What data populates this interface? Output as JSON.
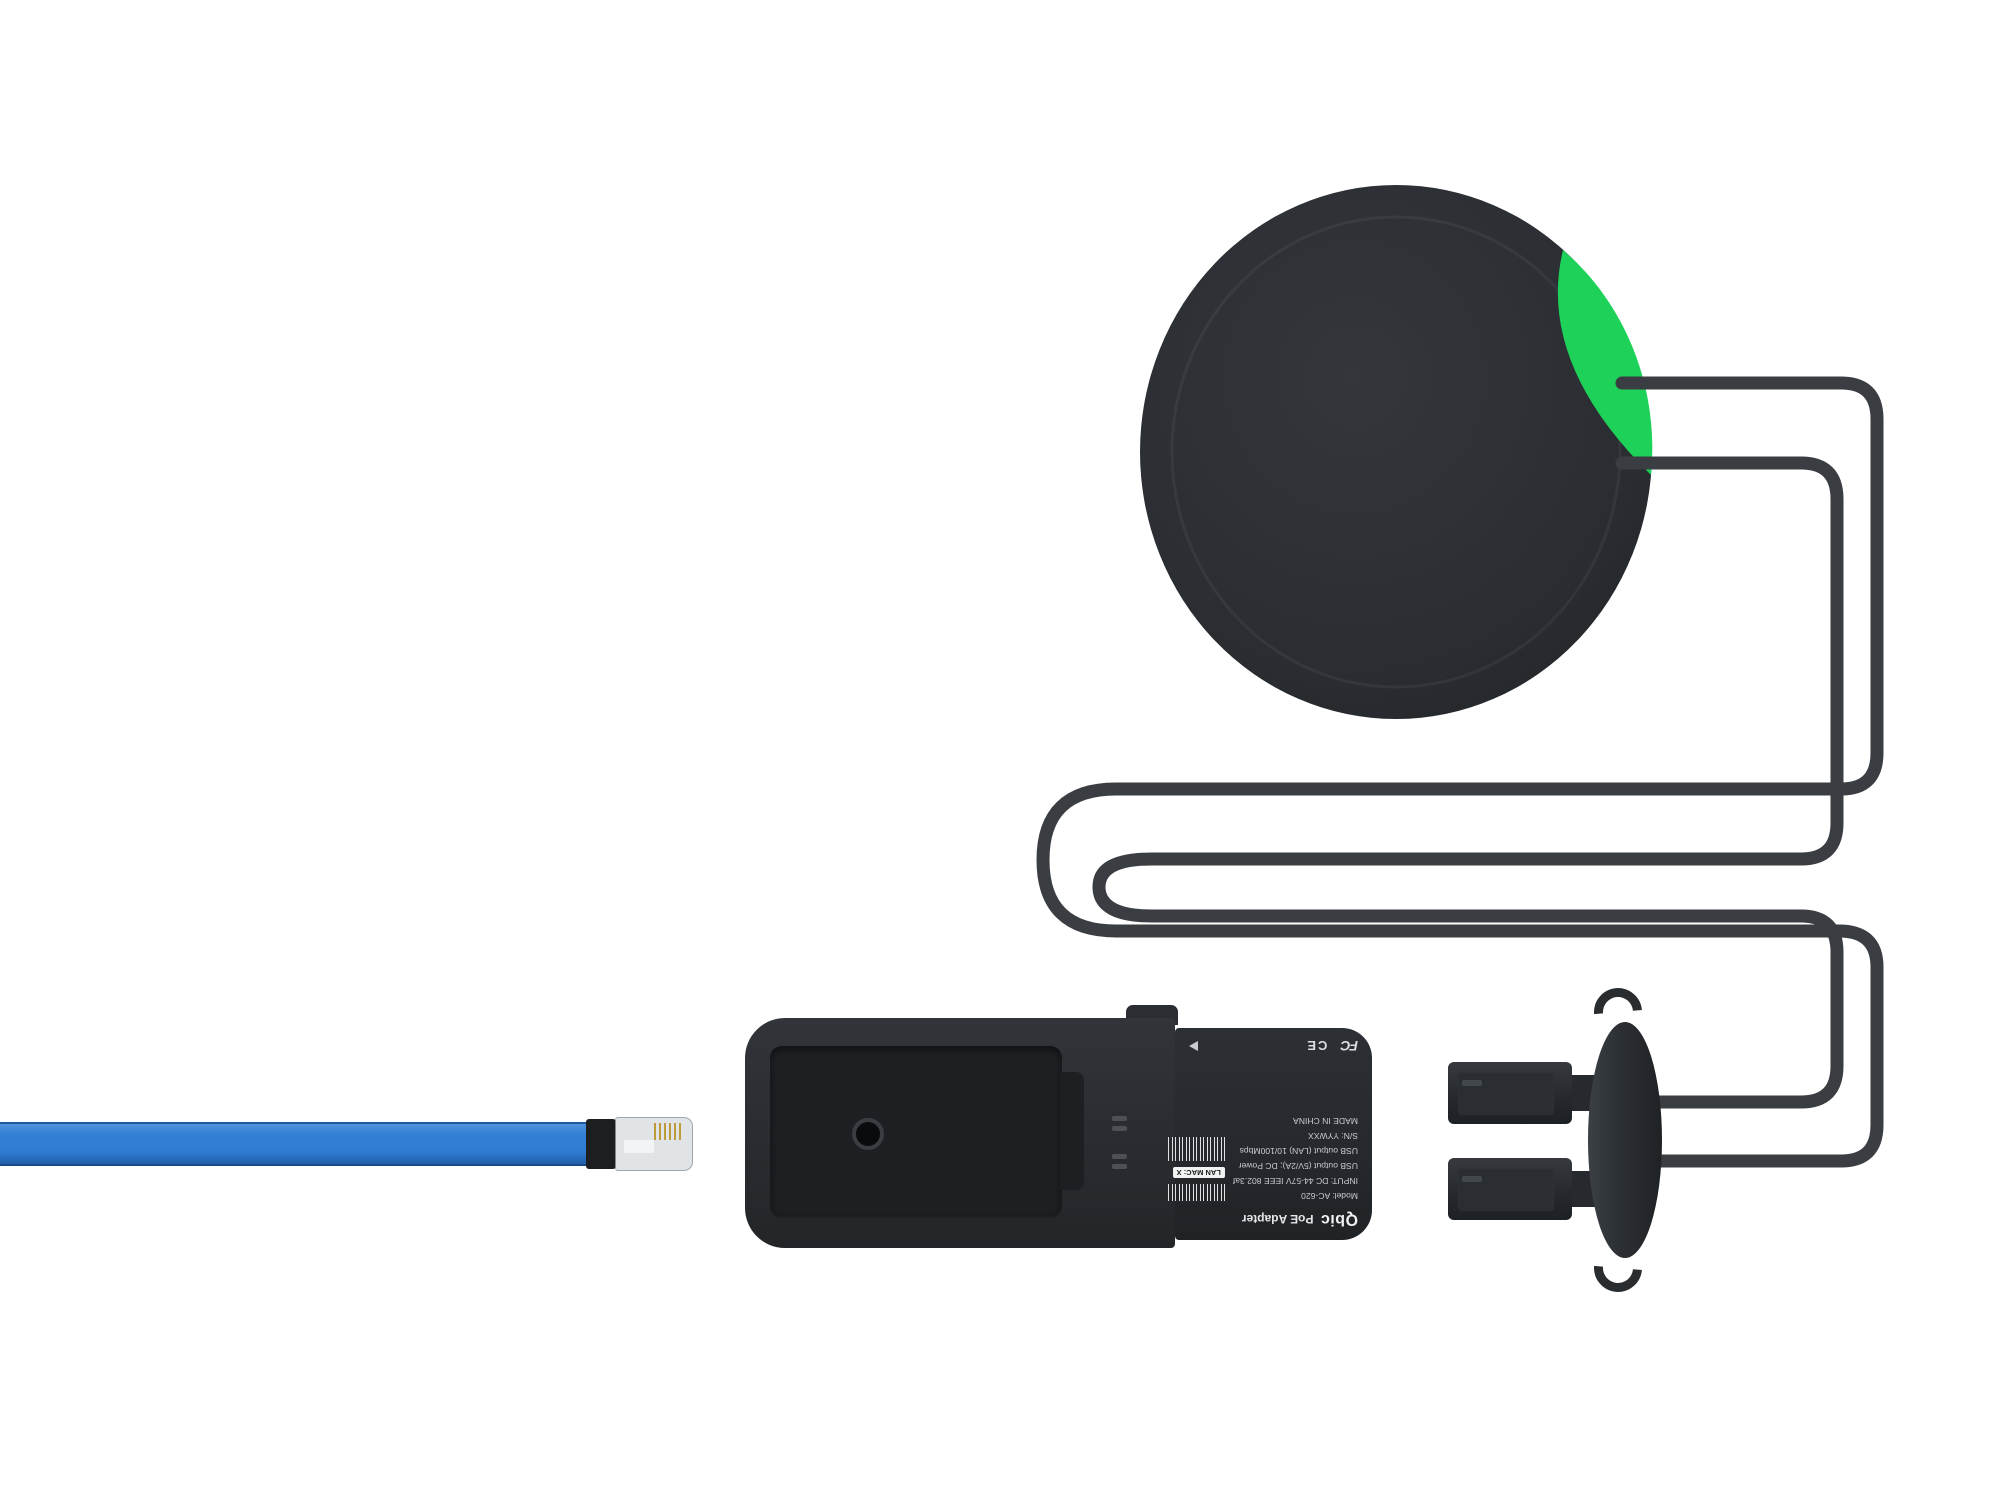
{
  "device_label": {
    "brand": "Qbic",
    "product": "PoE Adapter",
    "model": "Model: AC-620",
    "input": "INPUT: DC 44-57V IEEE 802.3af",
    "usb_power": "USB output (5V/2A); DC Power",
    "usb_lan": "USB output (LAN) 10/100Mbps",
    "serial": "S/N: YYWXX",
    "made_in": "MADE IN CHINA",
    "lan_mac": "LAN MAC: X",
    "fcc_mark": "FC",
    "ce_mark": "CE"
  },
  "colors": {
    "accent_green": "#1ed159",
    "cable_blue": "#2f7cd4",
    "device_dark": "#2a2d30",
    "background": "#ffffff"
  }
}
